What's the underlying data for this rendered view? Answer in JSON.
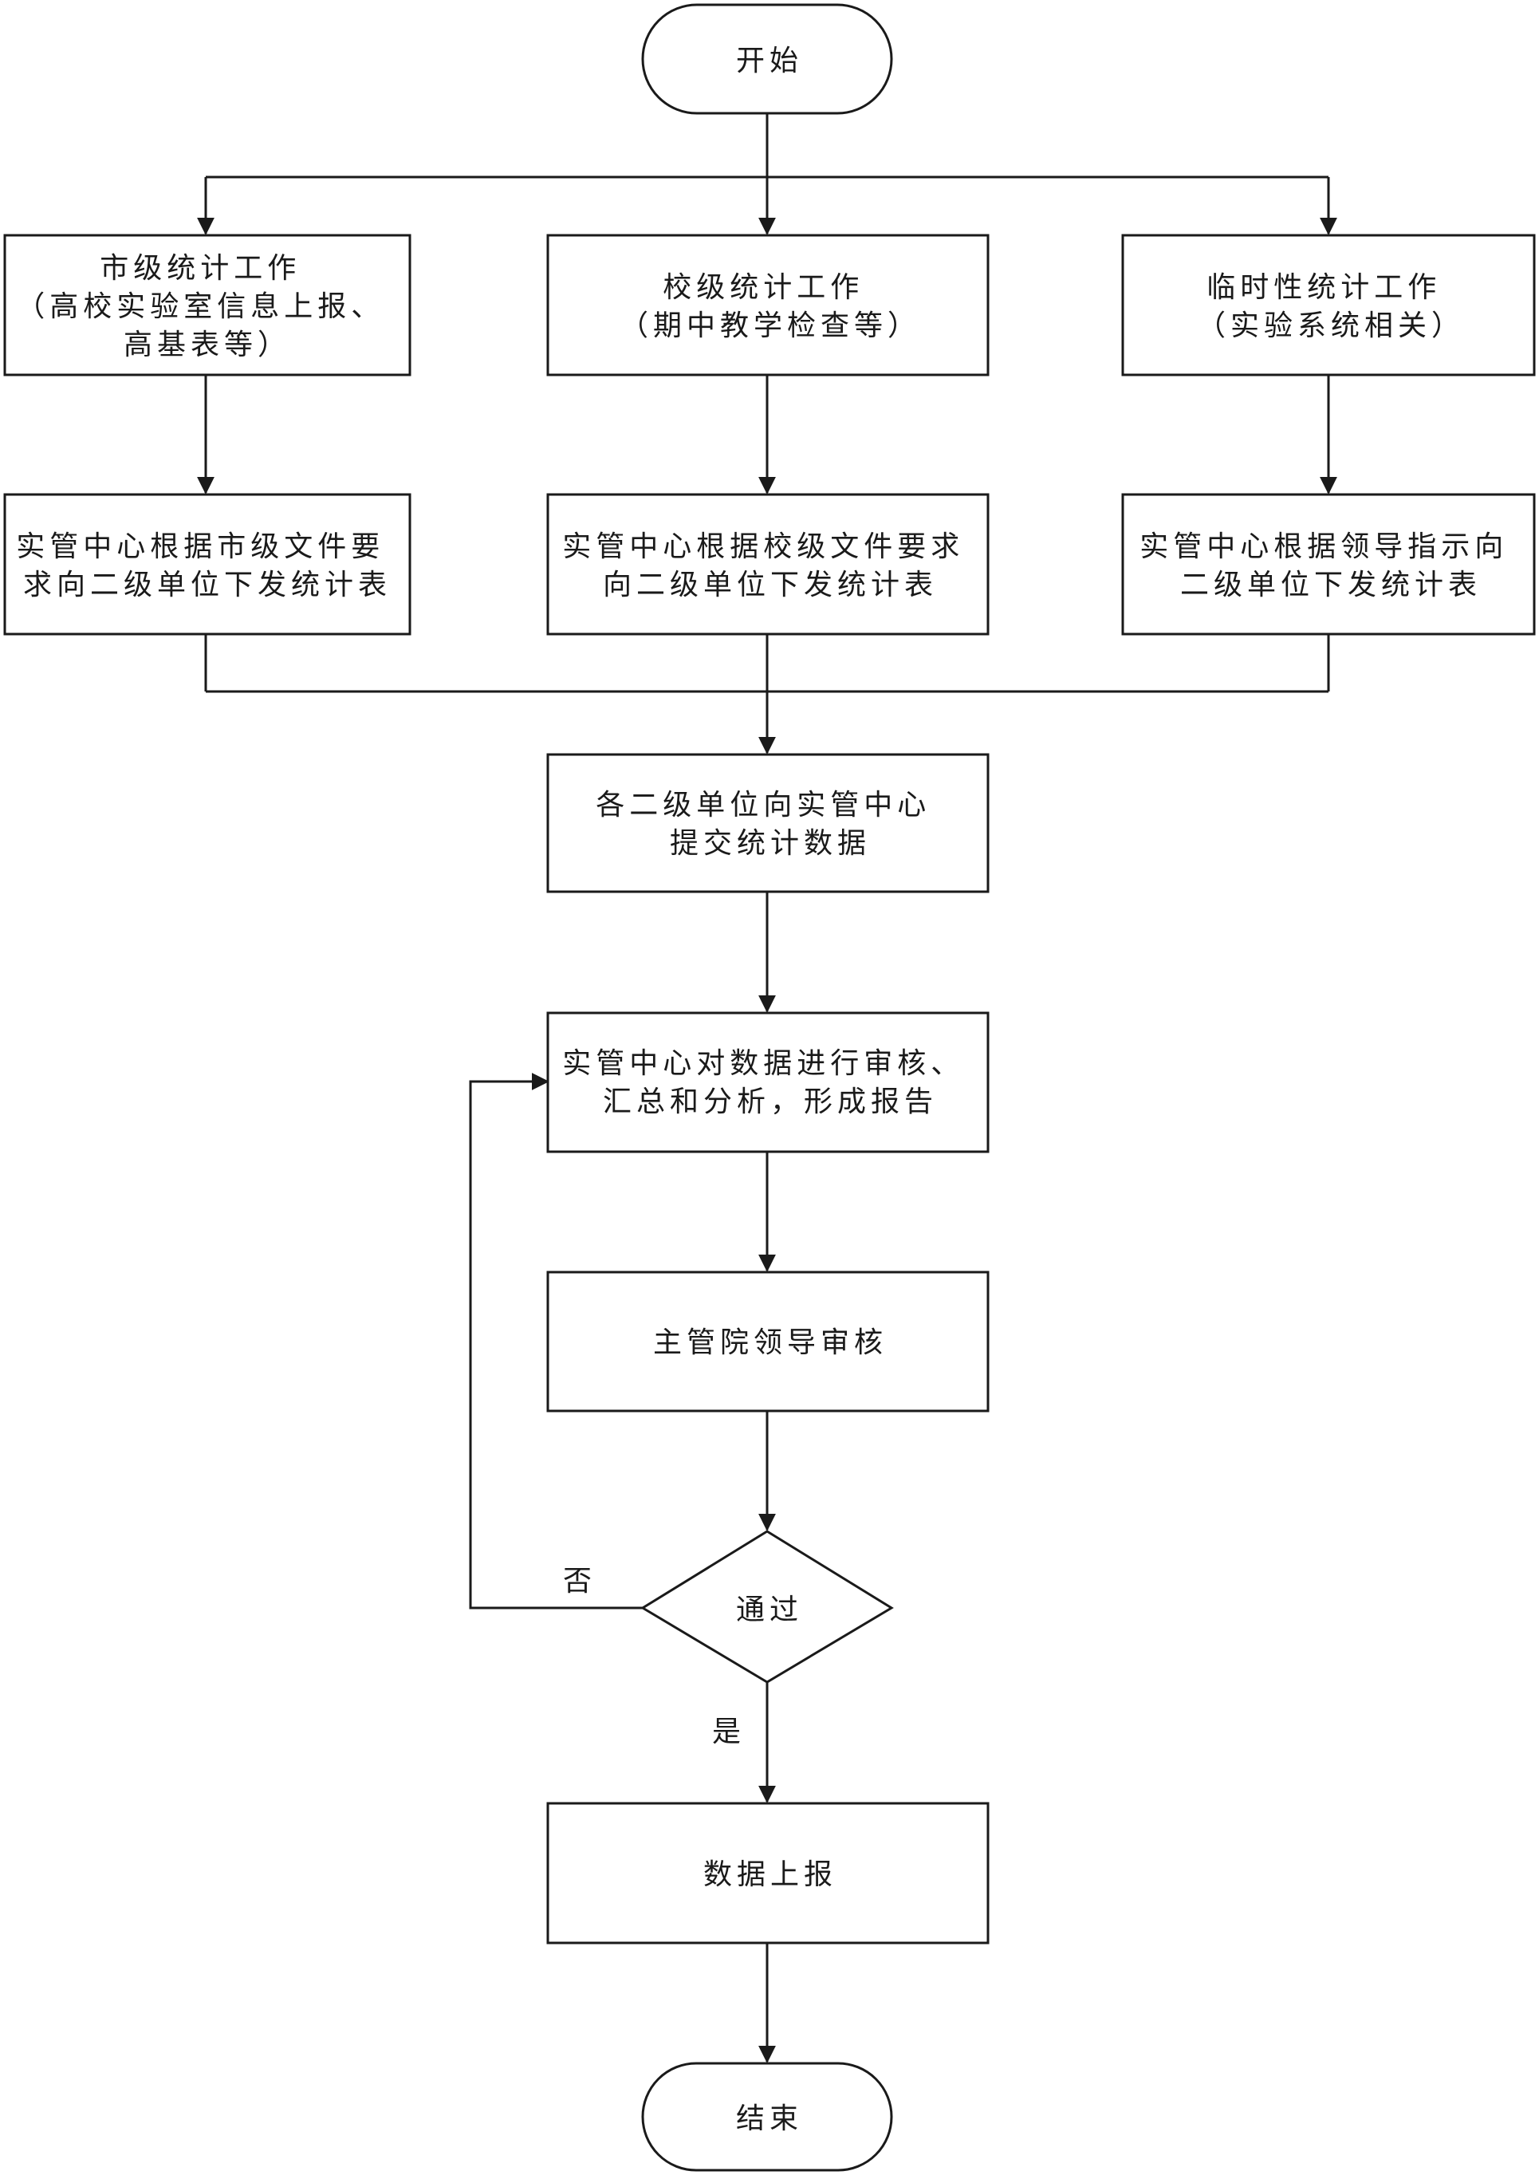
{
  "nodes": {
    "start": {
      "lines": [
        "开始"
      ]
    },
    "city_stats": {
      "lines": [
        "市级统计工作",
        "（高校实验室信息上报、",
        "高基表等）"
      ]
    },
    "school_stats": {
      "lines": [
        "校级统计工作",
        "（期中教学检查等）"
      ]
    },
    "temp_stats": {
      "lines": [
        "临时性统计工作",
        "（实验系统相关）"
      ]
    },
    "city_issue": {
      "lines": [
        "实管中心根据市级文件要",
        "求向二级单位下发统计表"
      ]
    },
    "school_issue": {
      "lines": [
        "实管中心根据校级文件要求",
        "向二级单位下发统计表"
      ]
    },
    "temp_issue": {
      "lines": [
        "实管中心根据领导指示向",
        "二级单位下发统计表"
      ]
    },
    "submit": {
      "lines": [
        "各二级单位向实管中心",
        "提交统计数据"
      ]
    },
    "review": {
      "lines": [
        "实管中心对数据进行审核、",
        "汇总和分析，形成报告"
      ]
    },
    "leader": {
      "lines": [
        "主管院领导审核"
      ]
    },
    "decision": {
      "lines": [
        "通过"
      ]
    },
    "report": {
      "lines": [
        "数据上报"
      ]
    },
    "end": {
      "lines": [
        "结束"
      ]
    }
  },
  "edge_labels": {
    "no": "否",
    "yes": "是"
  }
}
